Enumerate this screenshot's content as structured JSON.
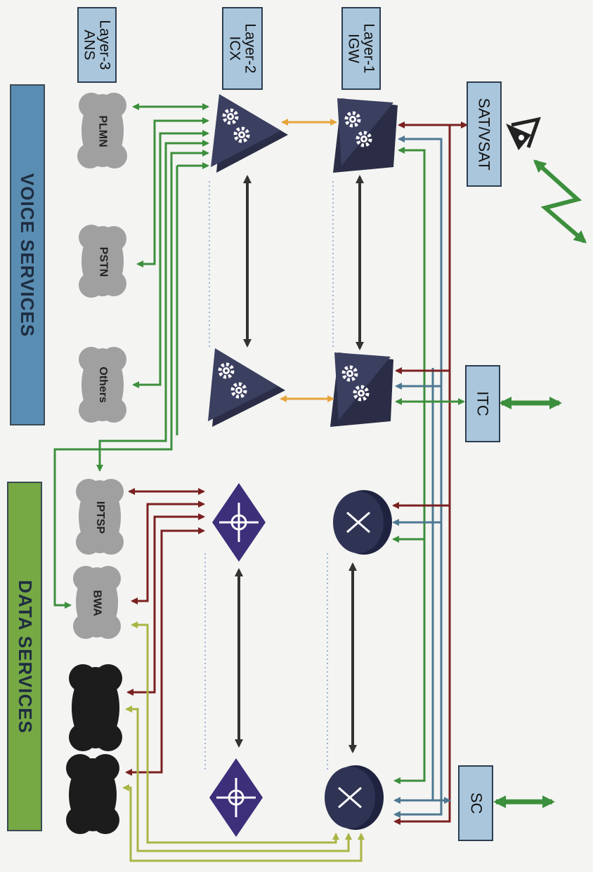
{
  "bands": {
    "voice": "VOICE SERVICES",
    "data": "DATA SERVICES"
  },
  "layers": {
    "ans": [
      "Layer-3",
      "ANS"
    ],
    "icx": [
      "Layer-2",
      "ICX"
    ],
    "igw": [
      "Layer-1",
      "IGW"
    ]
  },
  "clouds": {
    "plmn": "PLMN",
    "pstn": "PSTN",
    "others": "Others",
    "iptsp": "IPTSP",
    "bwa": "BWA"
  },
  "externals": {
    "sat": "SAT/VSAT",
    "itc": "ITC",
    "sc": "SC"
  },
  "colors": {
    "green": "#3c8f3c",
    "dark_red": "#7a2020",
    "steel_blue": "#4d7791",
    "olive": "#a9b544",
    "orange": "#e6a43a",
    "switch": "#3b3f60",
    "router": "#2f3455",
    "data_switch": "#3d2f7a",
    "cloud_grey": "#a0a0a0",
    "cloud_black": "#1c1c1c"
  }
}
